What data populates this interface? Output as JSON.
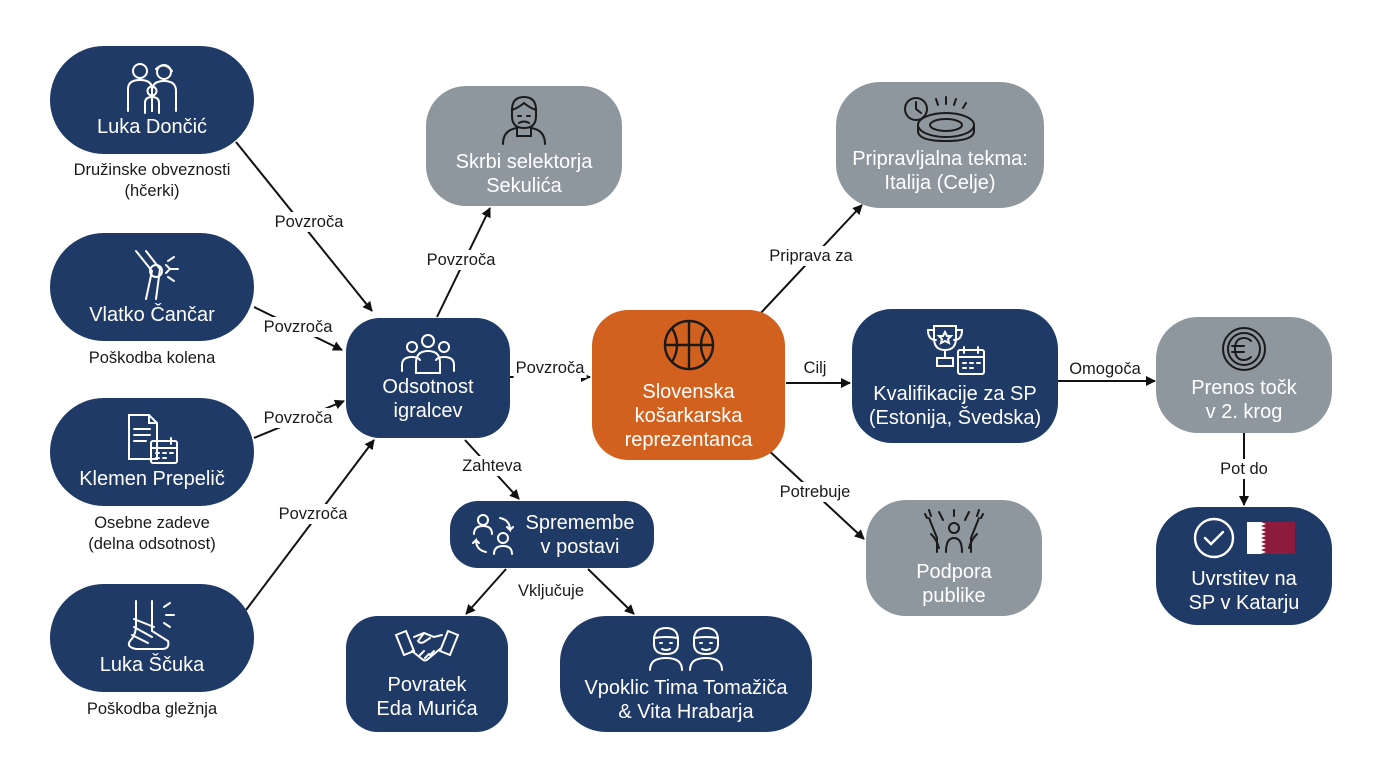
{
  "colors": {
    "navy": "#1f3a66",
    "gray": "#8e979e",
    "orange": "#d2611f",
    "arrow": "#111111"
  },
  "nodes": {
    "doncic": {
      "label": "Luka Dončić",
      "subtitle": "Družinske obveznosti\n(hčerki)",
      "icon": "family-icon"
    },
    "cancar": {
      "label": "Vlatko Čančar",
      "subtitle": "Poškodba kolena",
      "icon": "knee-injury-icon"
    },
    "prepelic": {
      "label": "Klemen Prepelič",
      "subtitle": "Osebne zadeve\n(delna odsotnost)",
      "icon": "document-calendar-icon"
    },
    "scuka": {
      "label": "Luka Ščuka",
      "subtitle": "Poškodba gležnja",
      "icon": "ankle-injury-icon"
    },
    "absence": {
      "label": "Odsotnost\nigralcev",
      "icon": "group-icon"
    },
    "coach": {
      "label": "Skrbi selektorja\nSekulića",
      "icon": "worried-coach-icon"
    },
    "changes": {
      "label": "Spremembe\nv postavi",
      "icon": "swap-players-icon"
    },
    "return": {
      "label": "Povratek\nEda Murića",
      "icon": "handshake-icon"
    },
    "callup": {
      "label": "Vpoklic Tima Tomažiča\n& Vita Hrabarja",
      "icon": "two-players-icon"
    },
    "team": {
      "label": "Slovenska\nkošarkarska\nreprezentanca",
      "icon": "basketball-icon"
    },
    "friendly": {
      "label": "Pripravljalna tekma:\nItalija (Celje)",
      "icon": "stadium-clock-icon"
    },
    "qualifiers": {
      "label": "Kvalifikacije za SP\n(Estonija, Švedska)",
      "icon": "trophy-calendar-icon"
    },
    "support": {
      "label": "Podpora\npublike",
      "icon": "cheering-fans-icon"
    },
    "points": {
      "label": "Prenos točk\nv 2. krog",
      "icon": "euro-coin-icon"
    },
    "qualify": {
      "label": "Uvrstitev na\nSP v Katarju",
      "icon": "check-circle-icon",
      "flag_icon": "qatar-flag-icon"
    }
  },
  "edges": [
    {
      "from": "doncic",
      "to": "absence",
      "label": "Povzroča"
    },
    {
      "from": "cancar",
      "to": "absence",
      "label": "Povzroča"
    },
    {
      "from": "prepelic",
      "to": "absence",
      "label": "Povzroča"
    },
    {
      "from": "scuka",
      "to": "absence",
      "label": "Povzroča"
    },
    {
      "from": "absence",
      "to": "coach",
      "label": "Povzroča"
    },
    {
      "from": "absence",
      "to": "team",
      "label": "Povzroča"
    },
    {
      "from": "absence",
      "to": "changes",
      "label": "Zahteva"
    },
    {
      "from": "changes",
      "to": "return",
      "label": "Vključuje"
    },
    {
      "from": "changes",
      "to": "callup",
      "label": ""
    },
    {
      "from": "team",
      "to": "friendly",
      "label": "Priprava za"
    },
    {
      "from": "team",
      "to": "qualifiers",
      "label": "Cilj"
    },
    {
      "from": "team",
      "to": "support",
      "label": "Potrebuje"
    },
    {
      "from": "qualifiers",
      "to": "points",
      "label": "Omogoča"
    },
    {
      "from": "points",
      "to": "qualify",
      "label": "Pot do"
    }
  ]
}
